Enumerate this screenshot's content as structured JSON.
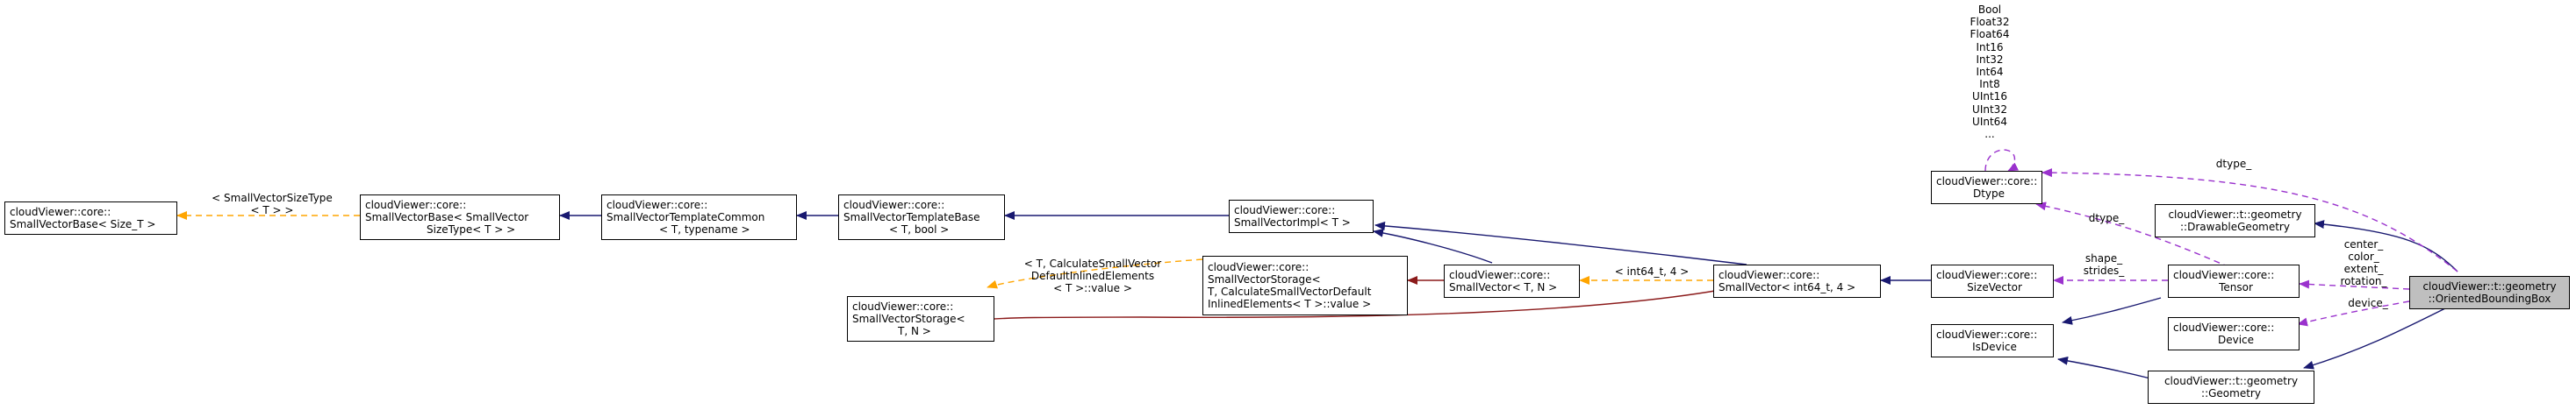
{
  "nodes": {
    "small_vector_base": [
      "cloudViewer::core::",
      "SmallVectorBase< Size_T >"
    ],
    "small_vector_base_sizetype": [
      "cloudViewer::core::",
      "SmallVectorBase< SmallVector",
      "SizeType< T > >"
    ],
    "small_vector_template_common": [
      "cloudViewer::core::",
      "SmallVectorTemplateCommon",
      "< T, typename >"
    ],
    "small_vector_template_base": [
      "cloudViewer::core::",
      "SmallVectorTemplateBase",
      "< T, bool >"
    ],
    "small_vector_impl": [
      "cloudViewer::core::",
      "SmallVectorImpl< T >"
    ],
    "small_vector_storage_default": [
      "cloudViewer::core::",
      "SmallVectorStorage<",
      "T, CalculateSmallVectorDefault",
      "InlinedElements< T >::value >"
    ],
    "small_vector_storage": [
      "cloudViewer::core::",
      "SmallVectorStorage<",
      "T, N >"
    ],
    "small_vector": [
      "cloudViewer::core::",
      "SmallVector< T, N >"
    ],
    "small_vector_int64": [
      "cloudViewer::core::",
      "SmallVector< int64_t, 4 >"
    ],
    "dtype": [
      "cloudViewer::core::",
      "Dtype"
    ],
    "size_vector": [
      "cloudViewer::core::",
      "SizeVector"
    ],
    "is_device": [
      "cloudViewer::core::",
      "IsDevice"
    ],
    "drawable_geometry": [
      "cloudViewer::t::geometry",
      "::DrawableGeometry"
    ],
    "tensor": [
      "cloudViewer::core::",
      "Tensor"
    ],
    "device": [
      "cloudViewer::core::",
      "Device"
    ],
    "geometry": [
      "cloudViewer::t::geometry",
      "::Geometry"
    ],
    "oriented_bbox": [
      "cloudViewer::t::geometry",
      "::OrientedBoundingBox"
    ]
  },
  "edge_labels": {
    "sizetype": [
      "< SmallVectorSizeType",
      "< T > >"
    ],
    "default_inlined": [
      "< T, CalculateSmallVector",
      "DefaultInlinedElements",
      "< T >::value >"
    ],
    "int64_4": [
      "< int64_t, 4 >"
    ],
    "dtype_enum": [
      "Bool",
      "Float32",
      "Float64",
      "Int16",
      "Int32",
      "Int64",
      "Int8",
      "UInt16",
      "UInt32",
      "UInt64",
      "..."
    ],
    "dtype_member_bbox": [
      "dtype_"
    ],
    "dtype_member_tensor": [
      "dtype_"
    ],
    "shape_strides": [
      "shape_",
      "strides_"
    ],
    "tensor_members": [
      "center_",
      "color_",
      "extent_",
      "rotation_"
    ],
    "device_member": [
      "device_"
    ]
  },
  "colors": {
    "inheritance": "#191970",
    "usage": "#9a32cd",
    "template": "#ffa500",
    "storage": "#8b1a1a",
    "highlight_fill": "#bfbfbf"
  }
}
